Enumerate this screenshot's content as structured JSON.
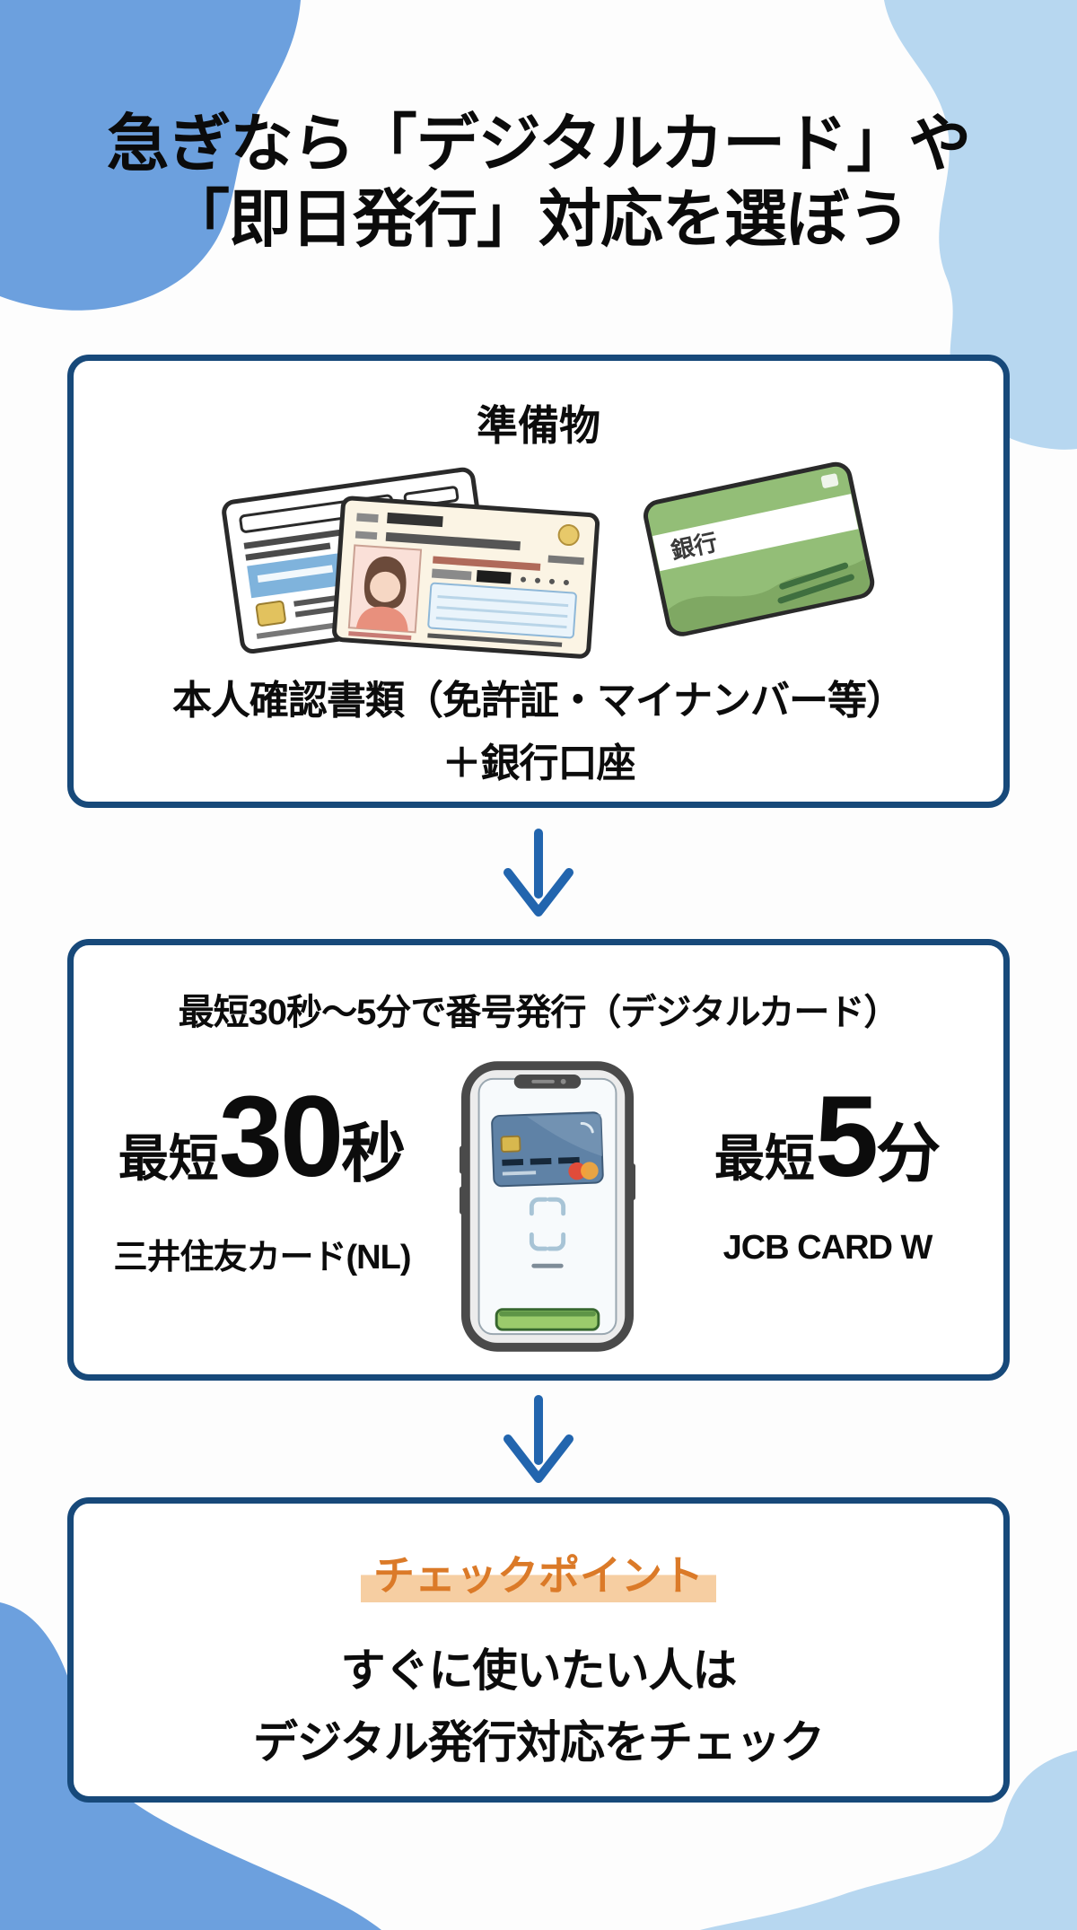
{
  "title": {
    "line1": "急ぎなら「デジタルカード」や",
    "line2": "「即日発行」対応を選ぼう"
  },
  "step1": {
    "heading": "準備物",
    "caption_line1": "本人確認書類（免許証・マイナンバー等）",
    "caption_line2": "＋銀行口座",
    "bankbook_label": "銀行"
  },
  "step2": {
    "heading": "最短30秒～5分で番号発行（デジタルカード）",
    "left": {
      "prefix": "最短",
      "number": "30",
      "unit": "秒",
      "card_name": "三井住友カード(NL)"
    },
    "right": {
      "prefix": "最短",
      "number": "5",
      "unit": "分",
      "card_name": "JCB CARD W"
    }
  },
  "step3": {
    "label": "チェックポイント",
    "line1": "すぐに使いたい人は",
    "line2": "デジタル発行対応をチェック"
  },
  "icons": {
    "arrow_down": "down-arrow",
    "id_cards": "identity-documents-illustration",
    "bankbook": "bank-passbook-illustration",
    "smartphone": "smartphone-digital-card-illustration"
  },
  "colors": {
    "panel_border": "#17497A",
    "arrow": "#2265AE",
    "blob_medium_blue": "#6CA0DE",
    "blob_light_blue": "#B7D7F0",
    "checkpoint_text": "#DB7A28",
    "checkpoint_highlight": "#F6CEA2"
  }
}
